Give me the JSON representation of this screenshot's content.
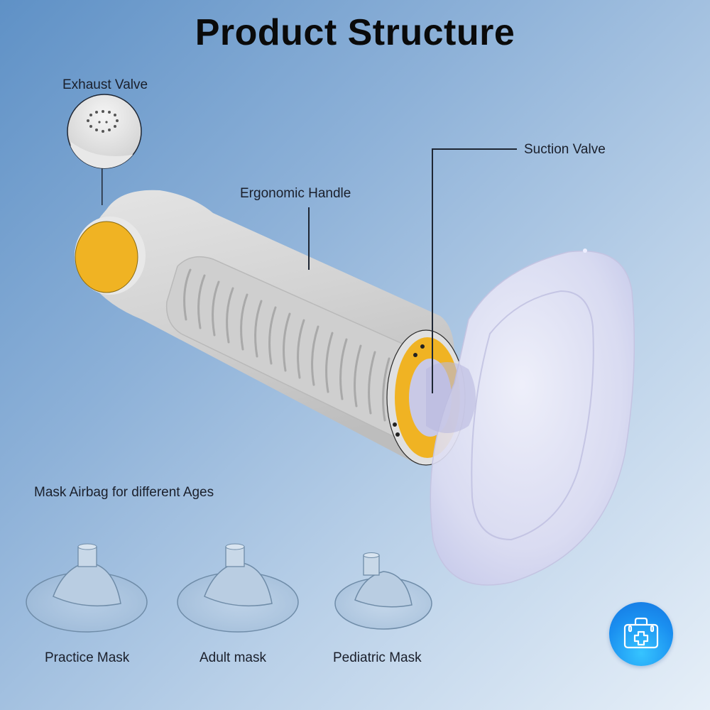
{
  "title": "Product Structure",
  "callouts": {
    "exhaust_valve": "Exhaust Valve",
    "ergonomic_handle": "Ergonomic Handle",
    "suction_valve": "Suction Valve"
  },
  "masks_section": {
    "heading": "Mask Airbag for different Ages",
    "items": [
      {
        "label": "Practice Mask"
      },
      {
        "label": "Adult mask"
      },
      {
        "label": "Pediatric Mask"
      }
    ]
  },
  "badge": {
    "icon": "first-aid-kit-icon"
  },
  "colors": {
    "accent_yellow": "#f0b323",
    "handle_gray": "#d9d9d9",
    "mask_lavender": "#dcdcf0",
    "badge_blue": "#1a8ff0",
    "bg_top_left": "#5f91c6",
    "bg_bottom_right": "#e6eff8"
  }
}
